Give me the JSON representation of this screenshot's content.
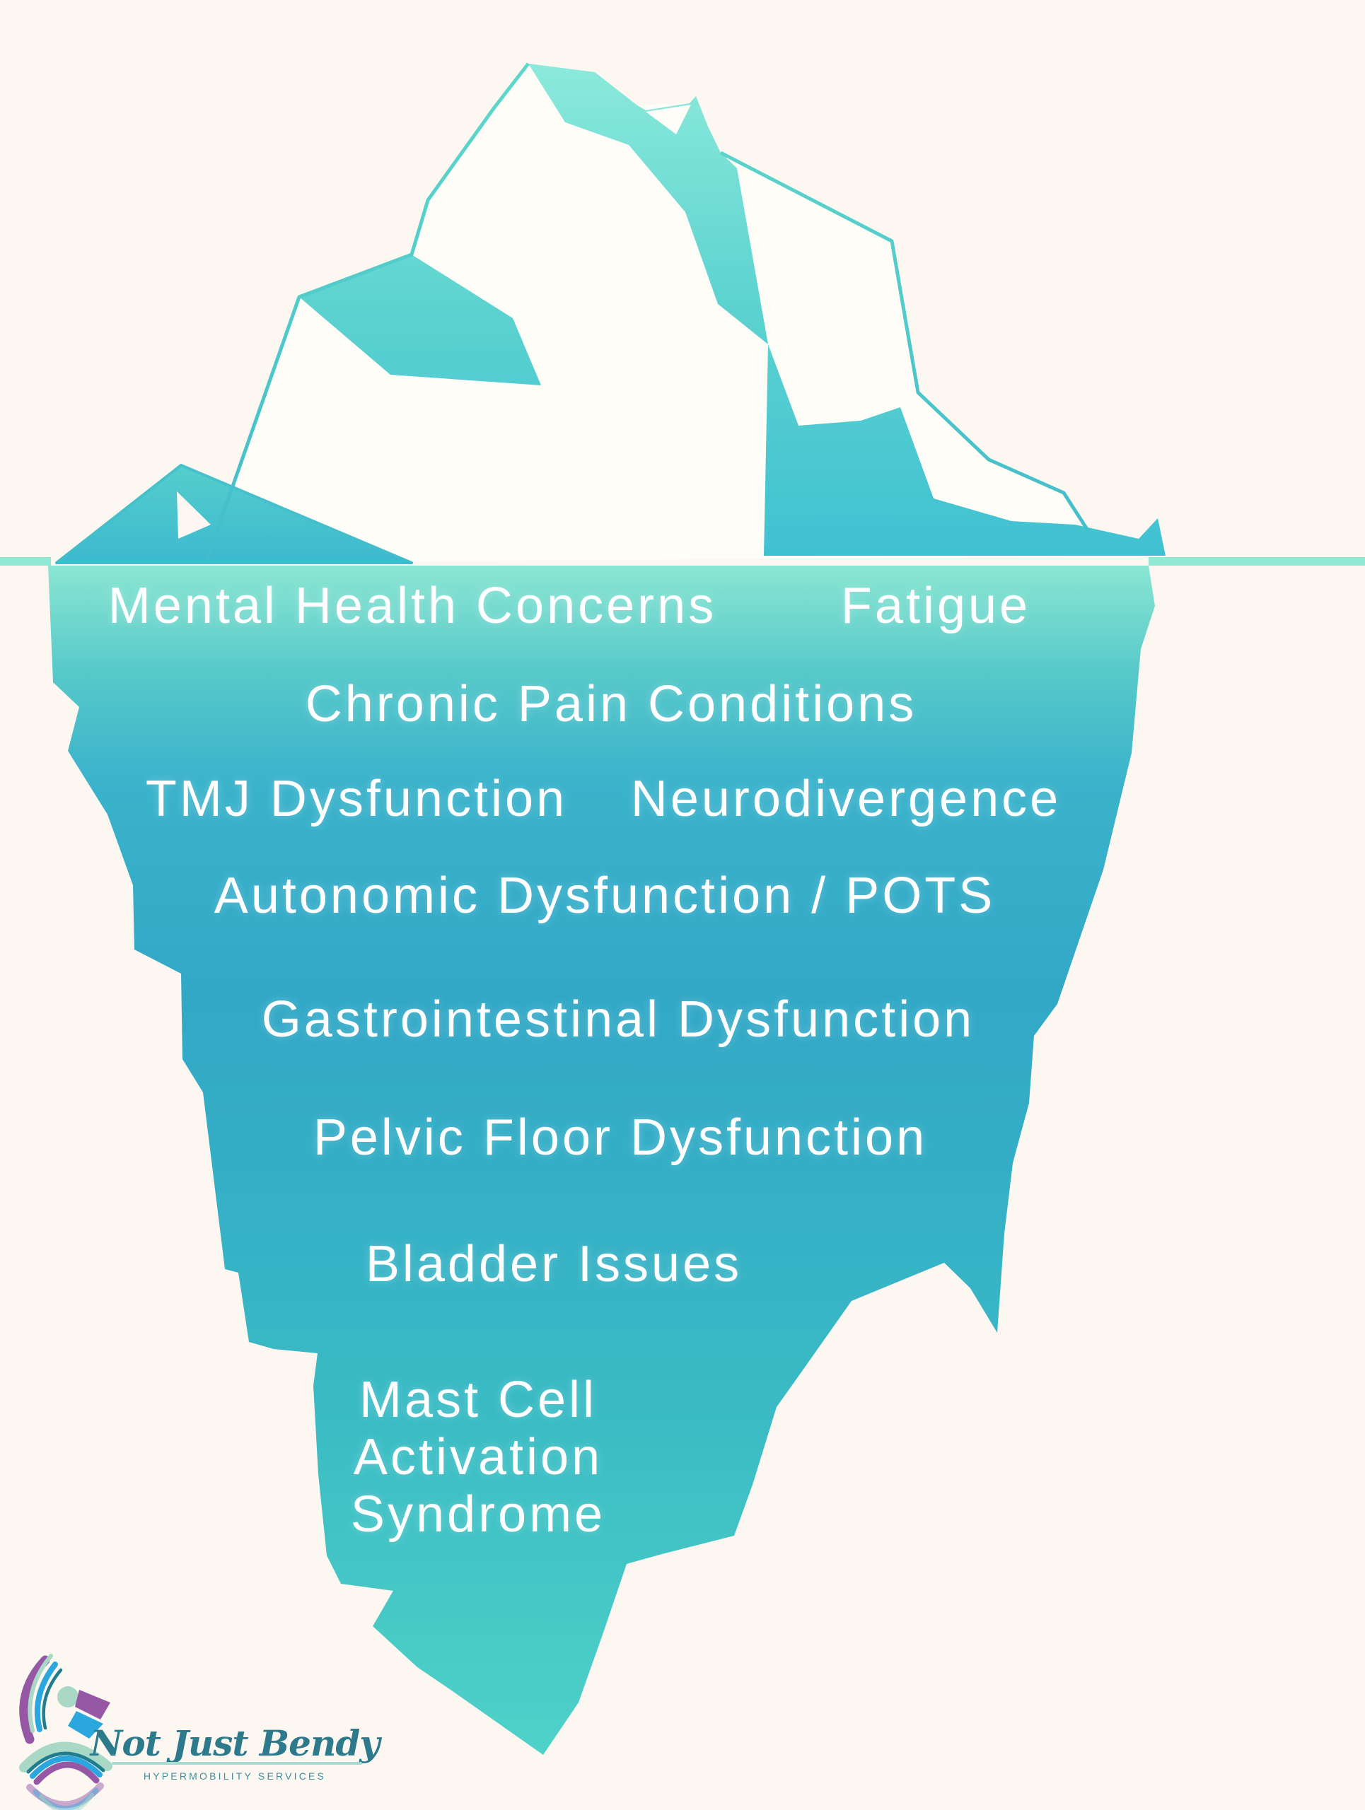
{
  "labels": {
    "mental_health": "Mental Health Concerns",
    "fatigue": "Fatigue",
    "chronic_pain": "Chronic Pain Conditions",
    "tmj": "TMJ Dysfunction",
    "neurodivergence": "Neurodivergence",
    "autonomic": "Autonomic Dysfunction / POTS",
    "gastro": "Gastrointestinal Dysfunction",
    "pelvic": "Pelvic Floor Dysfunction",
    "bladder": "Bladder Issues",
    "mast_line1": "Mast Cell",
    "mast_line2": "Activation",
    "mast_line3": "Syndrome"
  },
  "logo": {
    "brand": "Not Just Bendy",
    "tagline": "HYPERMOBILITY SERVICES"
  },
  "colors": {
    "background": "#fcf8f1",
    "waterline": "#92e9d3",
    "iceberg_top": "#8ae6d2",
    "iceberg_mid": "#32a8c7",
    "iceberg_bottom": "#4fd2c8",
    "label_text": "#ffffff",
    "logo_teal": "#2d7a8c",
    "logo_purple": "#9658a5",
    "logo_blue": "#2ba7df",
    "logo_mint": "#a9d8c6"
  }
}
